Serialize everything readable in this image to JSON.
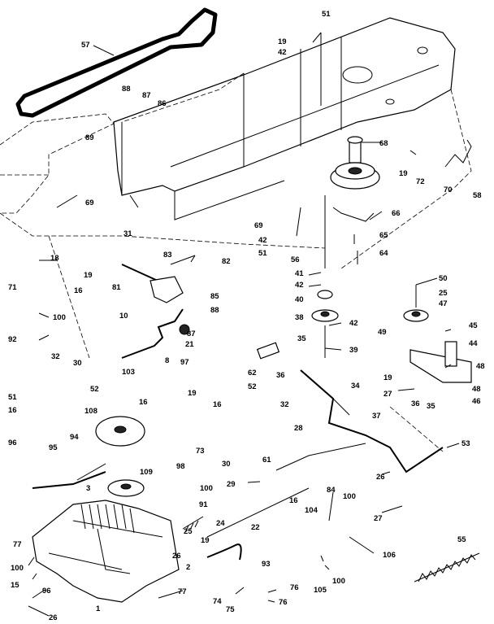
{
  "diagram": {
    "callouts": [
      {
        "id": "c57",
        "text": "57"
      },
      {
        "id": "c51a",
        "text": "51"
      },
      {
        "id": "c19a",
        "text": "19"
      },
      {
        "id": "c42a",
        "text": "42"
      },
      {
        "id": "c88",
        "text": "88"
      },
      {
        "id": "c87a",
        "text": "87"
      },
      {
        "id": "c86",
        "text": "86"
      },
      {
        "id": "c89",
        "text": "89"
      },
      {
        "id": "c69a",
        "text": "69"
      },
      {
        "id": "c68",
        "text": "68"
      },
      {
        "id": "c19b",
        "text": "19"
      },
      {
        "id": "c72",
        "text": "72"
      },
      {
        "id": "c70",
        "text": "70"
      },
      {
        "id": "c58",
        "text": "58"
      },
      {
        "id": "c31",
        "text": "31"
      },
      {
        "id": "c69b",
        "text": "69"
      },
      {
        "id": "c66",
        "text": "66"
      },
      {
        "id": "c42b",
        "text": "42"
      },
      {
        "id": "c51b",
        "text": "51"
      },
      {
        "id": "c56",
        "text": "56"
      },
      {
        "id": "c65",
        "text": "65"
      },
      {
        "id": "c64",
        "text": "64"
      },
      {
        "id": "c83",
        "text": "83"
      },
      {
        "id": "c82",
        "text": "82"
      },
      {
        "id": "c18a",
        "text": "18"
      },
      {
        "id": "c19c",
        "text": "19"
      },
      {
        "id": "c71",
        "text": "71"
      },
      {
        "id": "c16a",
        "text": "16"
      },
      {
        "id": "c81",
        "text": "81"
      },
      {
        "id": "c85",
        "text": "85"
      },
      {
        "id": "c88b",
        "text": "88"
      },
      {
        "id": "c41",
        "text": "41"
      },
      {
        "id": "c42c",
        "text": "42"
      },
      {
        "id": "c40",
        "text": "40"
      },
      {
        "id": "c38",
        "text": "38"
      },
      {
        "id": "c42d",
        "text": "42"
      },
      {
        "id": "c39",
        "text": "39"
      },
      {
        "id": "c50",
        "text": "50"
      },
      {
        "id": "c25a",
        "text": "25"
      },
      {
        "id": "c47",
        "text": "47"
      },
      {
        "id": "c100a",
        "text": "100"
      },
      {
        "id": "c92",
        "text": "92"
      },
      {
        "id": "c10",
        "text": "10"
      },
      {
        "id": "c87b",
        "text": "87"
      },
      {
        "id": "c21",
        "text": "21"
      },
      {
        "id": "c8",
        "text": "8"
      },
      {
        "id": "c35a",
        "text": "35"
      },
      {
        "id": "c49",
        "text": "49"
      },
      {
        "id": "c45",
        "text": "45"
      },
      {
        "id": "c44",
        "text": "44"
      },
      {
        "id": "c32a",
        "text": "32"
      },
      {
        "id": "c30a",
        "text": "30"
      },
      {
        "id": "c97",
        "text": "97"
      },
      {
        "id": "c62",
        "text": "62"
      },
      {
        "id": "c36a",
        "text": "36"
      },
      {
        "id": "c48a",
        "text": "48"
      },
      {
        "id": "c51c",
        "text": "51"
      },
      {
        "id": "c52a",
        "text": "52"
      },
      {
        "id": "c103",
        "text": "103"
      },
      {
        "id": "c34",
        "text": "34"
      },
      {
        "id": "c19d",
        "text": "19"
      },
      {
        "id": "c27a",
        "text": "27"
      },
      {
        "id": "c16b",
        "text": "16"
      },
      {
        "id": "c19e",
        "text": "19"
      },
      {
        "id": "c16c",
        "text": "16"
      },
      {
        "id": "c16d",
        "text": "16"
      },
      {
        "id": "c52b",
        "text": "52"
      },
      {
        "id": "c32b",
        "text": "32"
      },
      {
        "id": "c36b",
        "text": "36"
      },
      {
        "id": "c35b",
        "text": "35"
      },
      {
        "id": "c48b",
        "text": "48"
      },
      {
        "id": "c46",
        "text": "46"
      },
      {
        "id": "c108",
        "text": "108"
      },
      {
        "id": "c37",
        "text": "37"
      },
      {
        "id": "c94",
        "text": "94"
      },
      {
        "id": "c73",
        "text": "73"
      },
      {
        "id": "c28",
        "text": "28"
      },
      {
        "id": "c30b",
        "text": "30"
      },
      {
        "id": "c61",
        "text": "61"
      },
      {
        "id": "c53",
        "text": "53"
      },
      {
        "id": "c96a",
        "text": "96"
      },
      {
        "id": "c95",
        "text": "95"
      },
      {
        "id": "c109",
        "text": "109"
      },
      {
        "id": "c98",
        "text": "98"
      },
      {
        "id": "c3",
        "text": "3"
      },
      {
        "id": "c100b",
        "text": "100"
      },
      {
        "id": "c29",
        "text": "29"
      },
      {
        "id": "c26a",
        "text": "26"
      },
      {
        "id": "c27b",
        "text": "27"
      },
      {
        "id": "c91",
        "text": "91"
      },
      {
        "id": "c84",
        "text": "84"
      },
      {
        "id": "c100c",
        "text": "100"
      },
      {
        "id": "c16e",
        "text": "16"
      },
      {
        "id": "c104",
        "text": "104"
      },
      {
        "id": "c22",
        "text": "22"
      },
      {
        "id": "c24",
        "text": "24"
      },
      {
        "id": "c25b",
        "text": "25"
      },
      {
        "id": "c19f",
        "text": "19"
      },
      {
        "id": "c26b",
        "text": "26"
      },
      {
        "id": "c77a",
        "text": "77"
      },
      {
        "id": "c55",
        "text": "55"
      },
      {
        "id": "c106",
        "text": "106"
      },
      {
        "id": "c2",
        "text": "2"
      },
      {
        "id": "c93",
        "text": "93"
      },
      {
        "id": "c100d",
        "text": "100"
      },
      {
        "id": "c105",
        "text": "105"
      },
      {
        "id": "c100e",
        "text": "100"
      },
      {
        "id": "c15",
        "text": "15"
      },
      {
        "id": "c96b",
        "text": "96"
      },
      {
        "id": "c77b",
        "text": "77"
      },
      {
        "id": "c76a",
        "text": "76"
      },
      {
        "id": "c74",
        "text": "74"
      },
      {
        "id": "c75",
        "text": "75"
      },
      {
        "id": "c76b",
        "text": "76"
      },
      {
        "id": "c1",
        "text": "1"
      },
      {
        "id": "c26c",
        "text": "26"
      }
    ]
  }
}
